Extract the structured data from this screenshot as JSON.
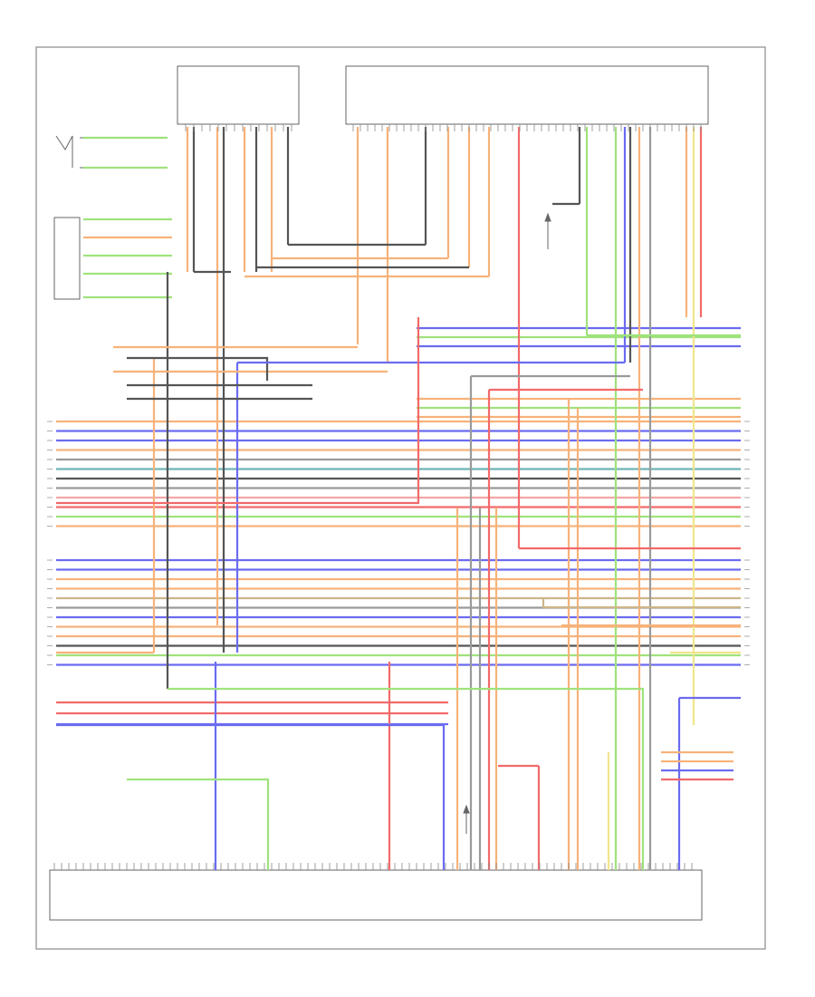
{
  "colors": {
    "orange": "#f7b27a",
    "orange_dk": "#f39a4e",
    "green": "#9fe27c",
    "blue": "#6b6bf0",
    "red": "#f26a6a",
    "grey": "#9a9a9a",
    "black": "#555555",
    "yellow": "#f0e68c",
    "teal": "#6fb3b3",
    "tan": "#cdb58a",
    "pink": "#f4a6a6"
  },
  "icons": [
    "ground-symbol",
    "connector-arrow"
  ],
  "left_rows_top": [
    {
      "c": "orange"
    },
    {
      "c": "blue"
    },
    {
      "c": "blue"
    },
    {
      "c": "orange"
    },
    {
      "c": "grey"
    },
    {
      "c": "teal"
    },
    {
      "c": "black"
    },
    {
      "c": "grey"
    },
    {
      "c": "pink"
    },
    {
      "c": "red"
    },
    {
      "c": "green"
    },
    {
      "c": "orange"
    }
  ],
  "left_rows_bottom": [
    {
      "c": "blue"
    },
    {
      "c": "blue"
    },
    {
      "c": "orange"
    },
    {
      "c": "orange"
    },
    {
      "c": "tan"
    },
    {
      "c": "grey"
    },
    {
      "c": "blue"
    },
    {
      "c": "orange"
    },
    {
      "c": "orange"
    },
    {
      "c": "black"
    },
    {
      "c": "green"
    },
    {
      "c": "blue"
    }
  ],
  "bottom_rows": [
    {
      "c": "red"
    },
    {
      "c": "red"
    },
    {
      "c": "blue"
    }
  ]
}
